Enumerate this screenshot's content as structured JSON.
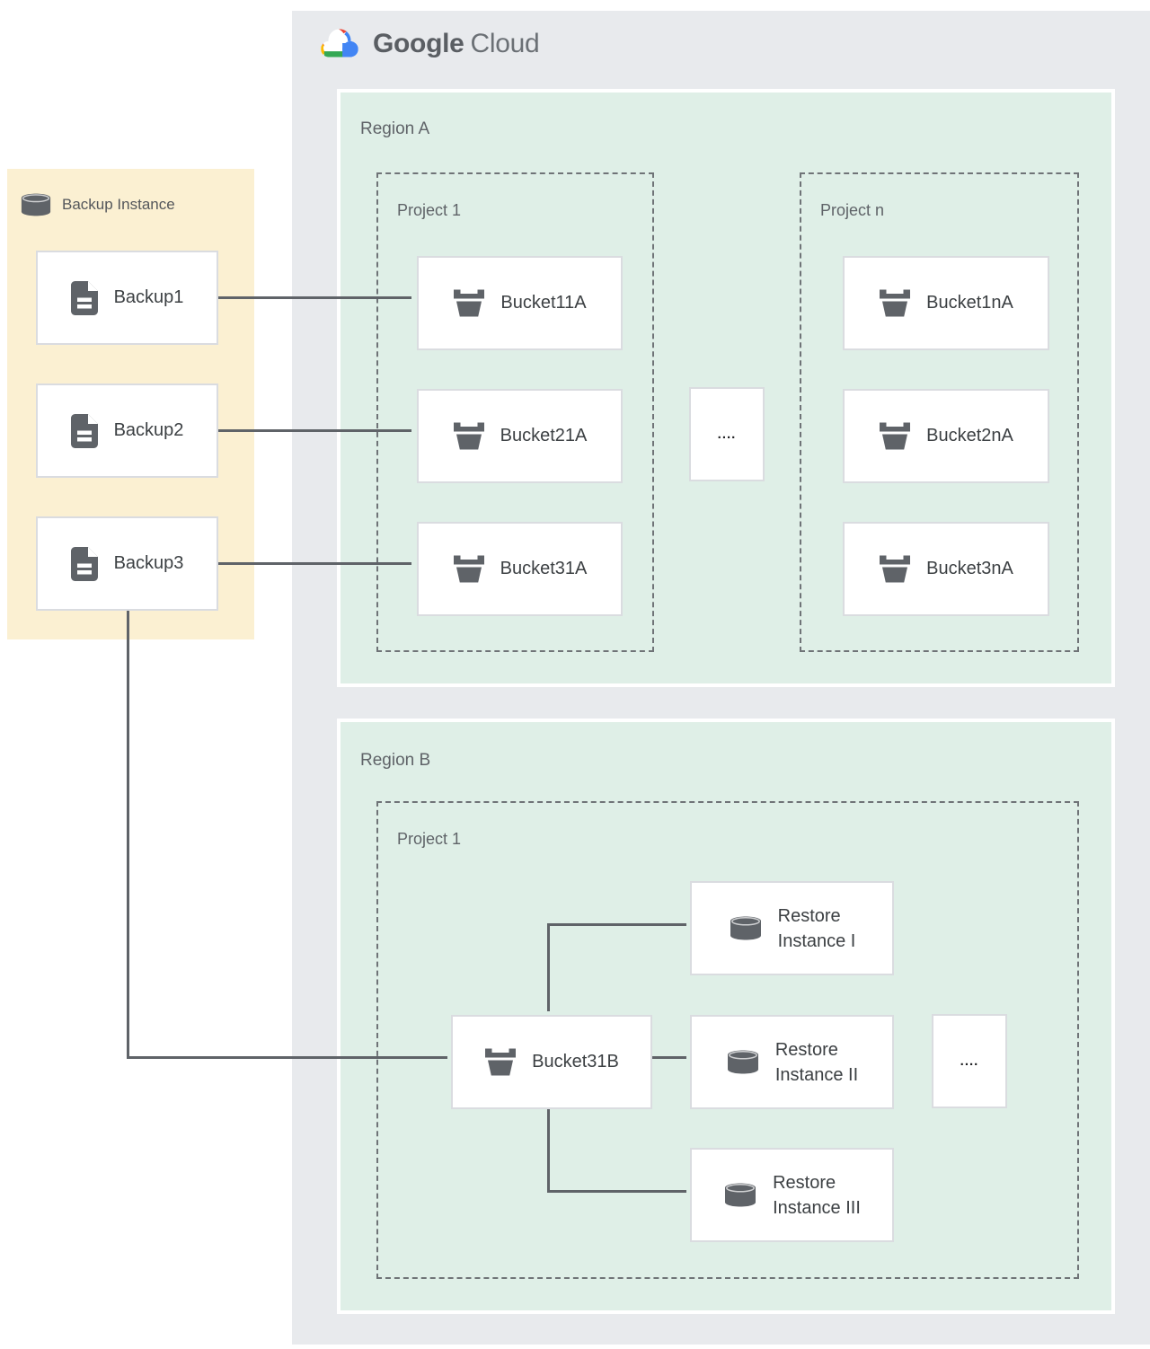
{
  "logo": {
    "part1": "Google",
    "part2": "Cloud"
  },
  "colors": {
    "yellow_panel": "#FBF0D2",
    "region_green": "#DFEFE7",
    "cloud_gray": "#E8EAED",
    "line_gray": "#5F6368",
    "box_border": "#DADCE0",
    "google_red": "#EA4335",
    "google_yellow": "#FBBC04",
    "google_green": "#34A853",
    "google_blue": "#4285F4"
  },
  "backup_panel": {
    "title": "Backup Instance",
    "items": [
      {
        "label": "Backup1"
      },
      {
        "label": "Backup2"
      },
      {
        "label": "Backup3"
      }
    ]
  },
  "region_a": {
    "label": "Region A",
    "project_1": {
      "label": "Project 1",
      "buckets": [
        {
          "label": "Bucket11A"
        },
        {
          "label": "Bucket21A"
        },
        {
          "label": "Bucket31A"
        }
      ]
    },
    "ellipsis": "....",
    "project_n": {
      "label": "Project n",
      "buckets": [
        {
          "label": "Bucket1nA"
        },
        {
          "label": "Bucket2nA"
        },
        {
          "label": "Bucket3nA"
        }
      ]
    }
  },
  "region_b": {
    "label": "Region B",
    "project_1": {
      "label": "Project 1"
    },
    "bucket": {
      "label": "Bucket31B"
    },
    "restore_instances": [
      {
        "line1": "Restore",
        "line2": "Instance I"
      },
      {
        "line1": "Restore",
        "line2": "Instance II"
      },
      {
        "line1": "Restore",
        "line2": "Instance III"
      }
    ],
    "ellipsis": "...."
  }
}
